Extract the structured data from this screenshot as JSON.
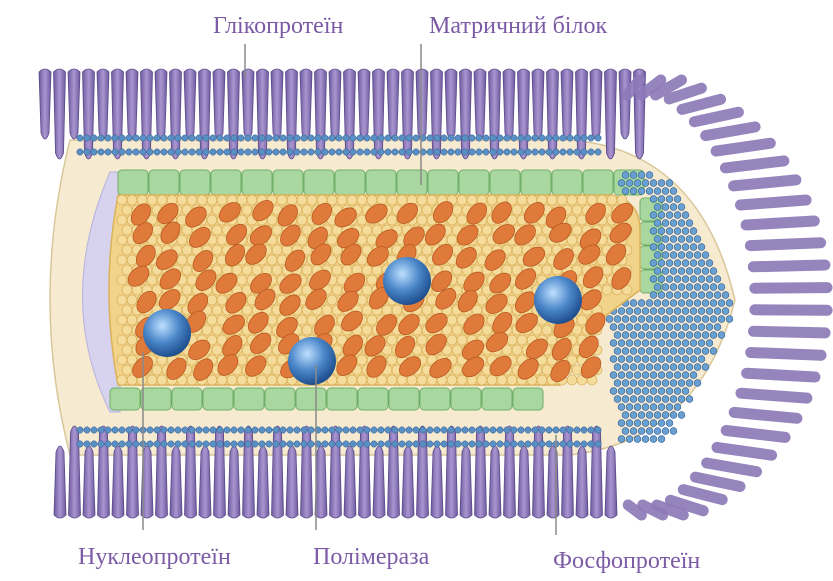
{
  "labels": {
    "glycoprotein": "Глікопротеїн",
    "matrix_protein": "Матричний білок",
    "nucleoprotein": "Нуклеопротеїн",
    "polymerase": "Полімераза",
    "phosphoprotein": "Фосфопротеїн"
  },
  "colors": {
    "label_text": "#7b5aa6",
    "glycoprotein_spike": "#8e7ab8",
    "matrix_protein": "#a9d7a0",
    "membrane_beads": "#5a8fc4",
    "nucleoprotein": "#f2d38a",
    "nucleoprotein_core": "#e07a3a",
    "polymerase": "#4a86c9",
    "envelope": "#f6ead0",
    "lumen": "#d7d3ee"
  }
}
